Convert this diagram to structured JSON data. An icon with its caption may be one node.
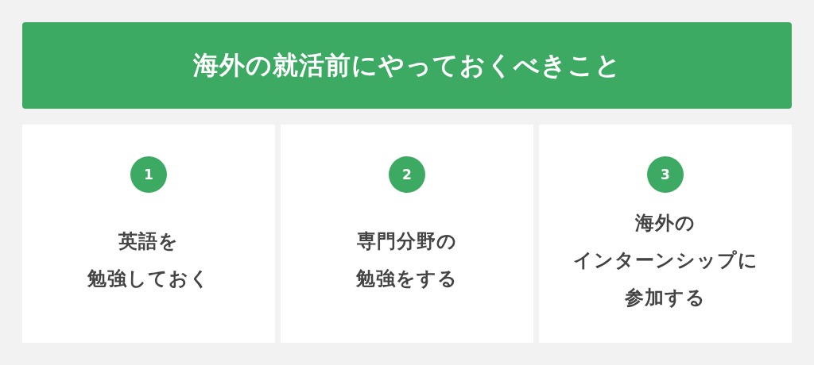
{
  "diagram": {
    "title": "海外の就活前にやっておくべきこと",
    "nodes": [
      {
        "text": [
          "英語を勉強しておく"
        ]
      },
      {
        "text": [
          "1"
        ],
        "in": 0
      },
      {
        "text": [
          "専門分野の勉強をする"
        ]
      },
      {
        "text": [
          "2"
        ],
        "in": 2
      },
      {
        "text": [
          "海外のインターンシップに参加する"
        ]
      },
      {
        "text": [
          "3"
        ],
        "in": 4
      }
    ],
    "edges": []
  }
}
